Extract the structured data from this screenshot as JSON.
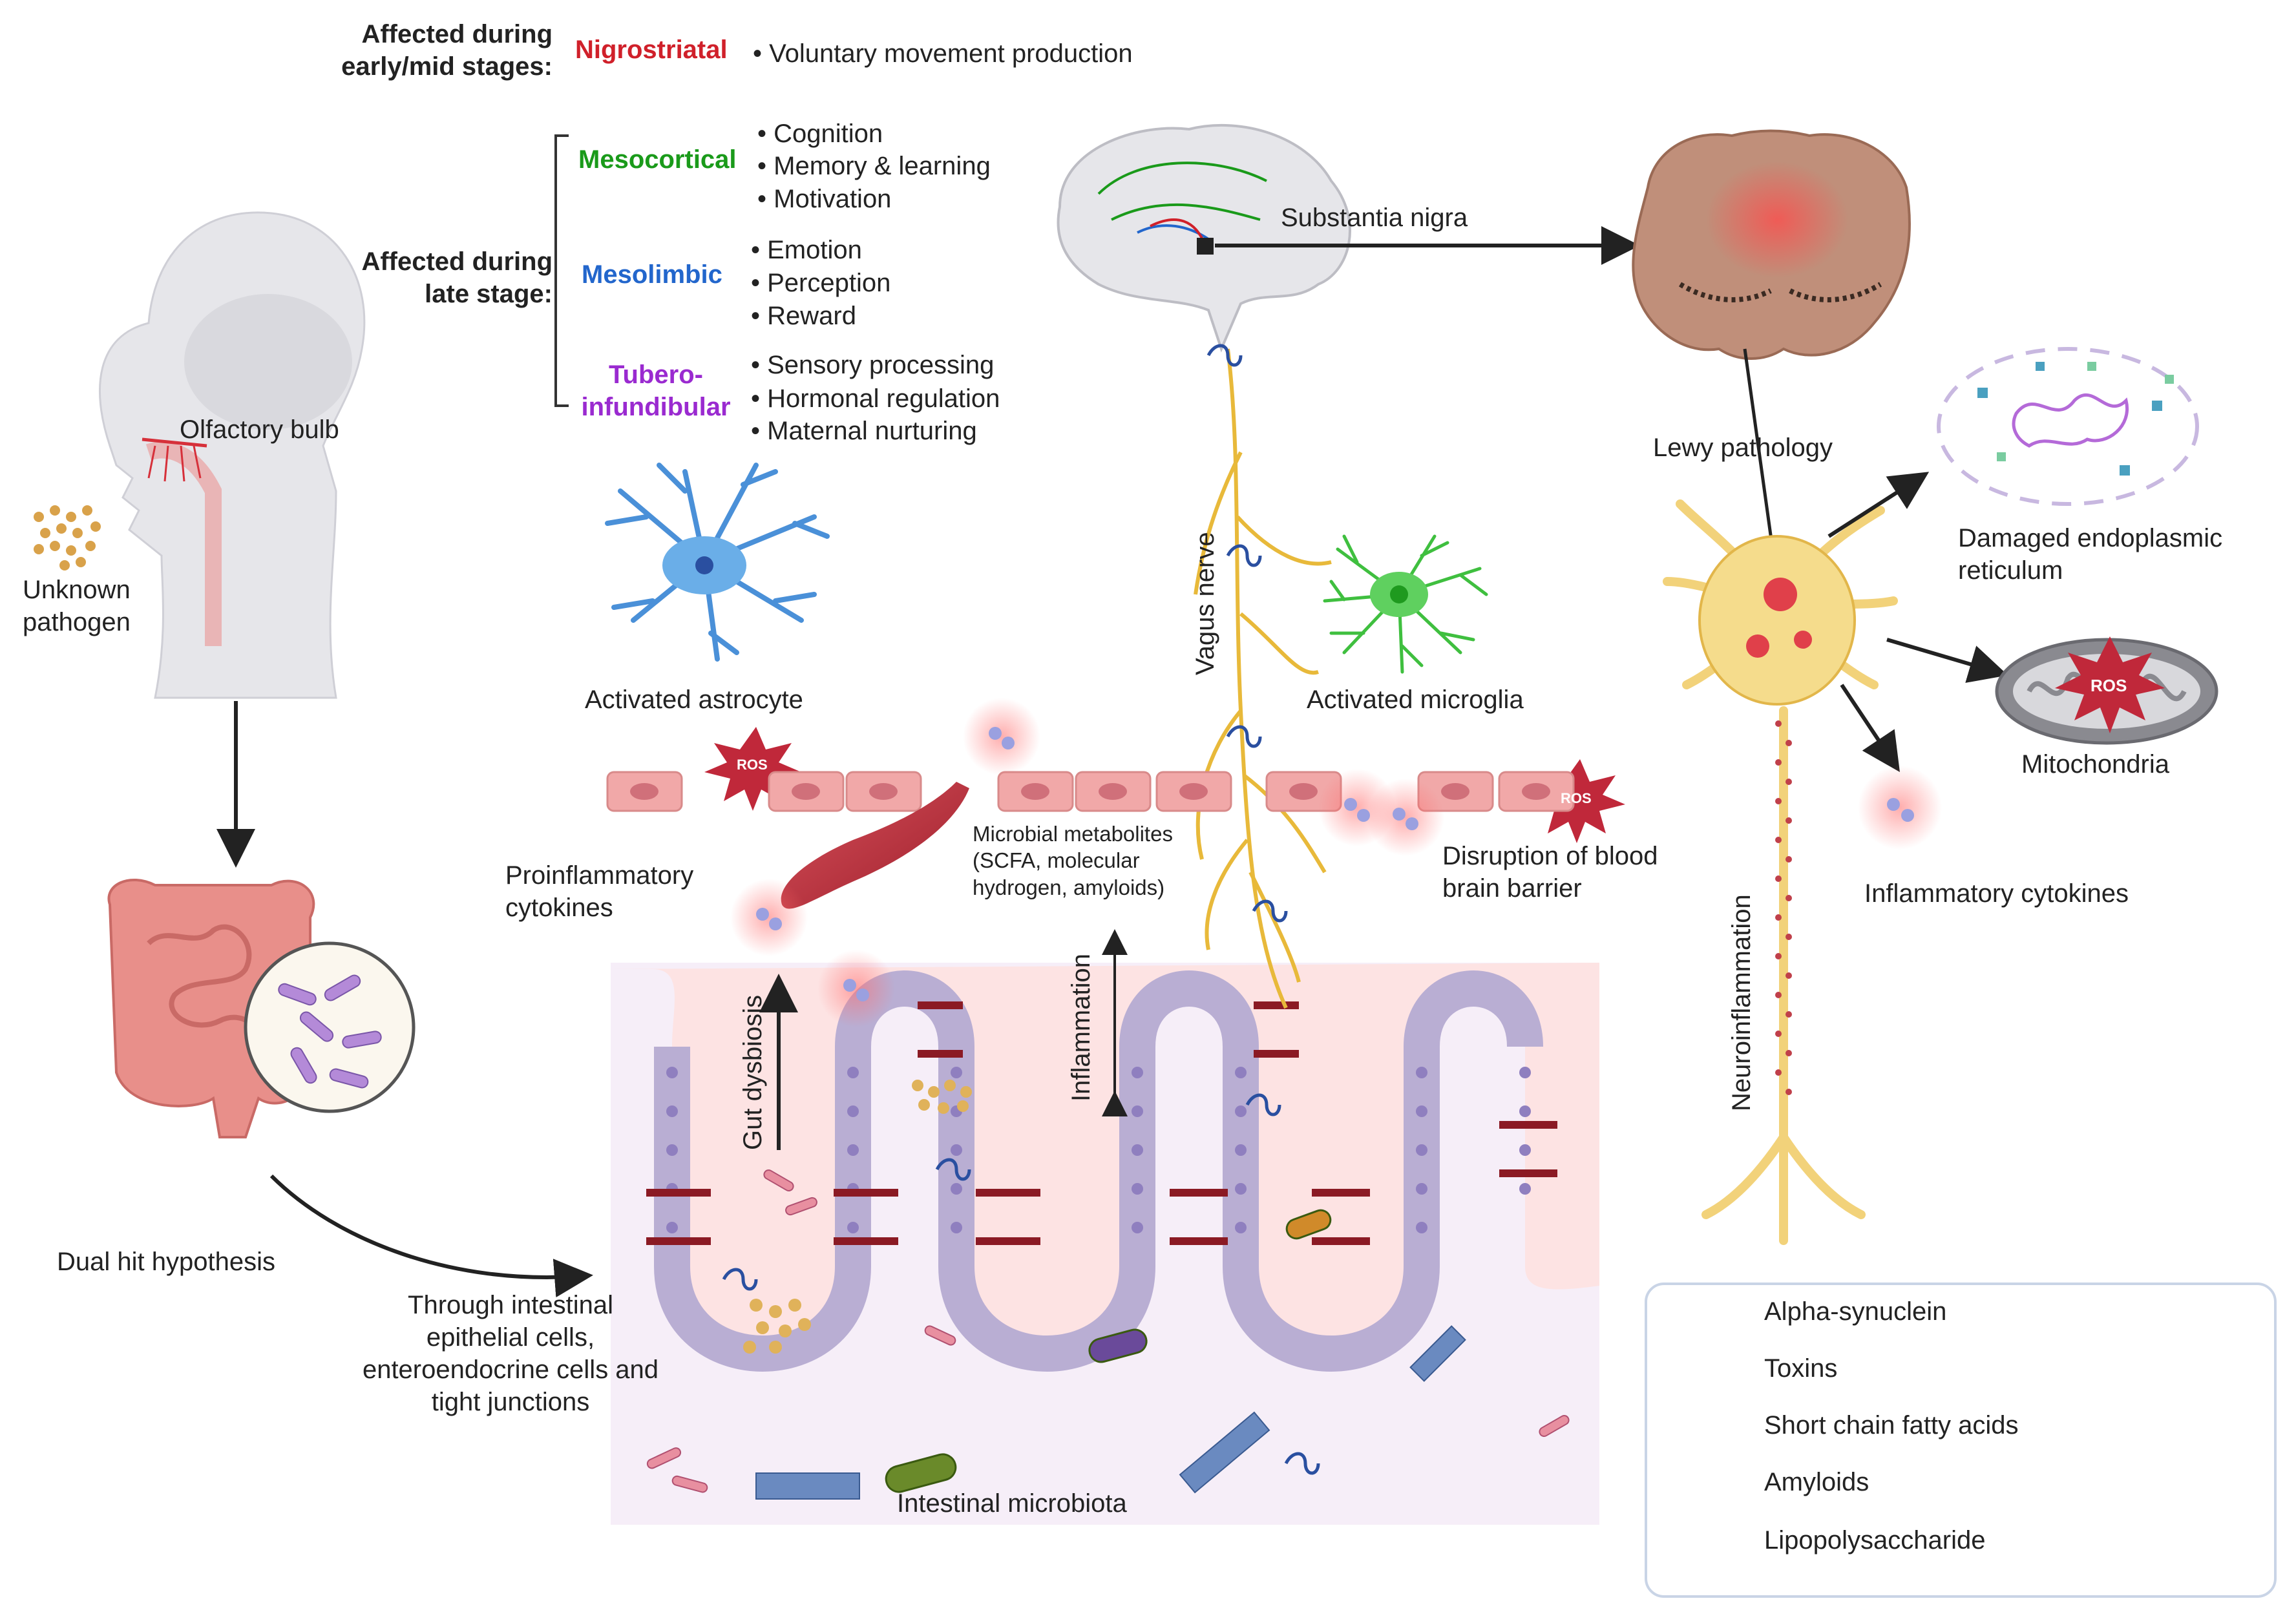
{
  "pathways": {
    "early_heading": "Affected during\nearly/mid stages:",
    "late_heading": "Affected during\nlate stage:",
    "nigrostriatal": {
      "name": "Nigrostriatal",
      "color": "#d0202a",
      "functions": [
        "Voluntary movement production"
      ]
    },
    "mesocortical": {
      "name": "Mesocortical",
      "color": "#1a9a1a",
      "functions": [
        "Cognition",
        "Memory & learning",
        "Motivation"
      ]
    },
    "mesolimbic": {
      "name": "Mesolimbic",
      "color": "#2266cc",
      "functions": [
        "Emotion",
        "Perception",
        "Reward"
      ]
    },
    "tuberoinfundibular": {
      "name": "Tubero-\ninfundibular",
      "color": "#9a2ad0",
      "functions": [
        "Sensory processing",
        "Hormonal regulation",
        "Maternal nurturing"
      ]
    }
  },
  "labels": {
    "olfactory_bulb": "Olfactory bulb",
    "unknown_pathogen": "Unknown\npathogen",
    "dual_hit": "Dual hit hypothesis",
    "through_cells": "Through intestinal\nepithelial cells,\nenteroendocrine cells and\ntight junctions",
    "substantia_nigra": "Substantia nigra",
    "lewy_pathology": "Lewy pathology",
    "damaged_er": "Damaged endoplasmic\nreticulum",
    "mitochondria": "Mitochondria",
    "inflammatory_cytokines": "Inflammatory cytokines",
    "neuroinflammation": "Neuroinflammation",
    "vagus_nerve": "Vagus nerve",
    "activated_astrocyte": "Activated astrocyte",
    "activated_microglia": "Activated microglia",
    "proinflammatory_cytokines": "Proinflammatory\ncytokines",
    "microbial_metabolites": "Microbial metabolites\n(SCFA, molecular\nhydrogen, amyloids)",
    "bbb_disruption": "Disruption of blood\nbrain barrier",
    "gut_dysbiosis": "Gut dysbiosis",
    "inflammation": "Inflammation",
    "intestinal_microbiota": "Intestinal microbiota",
    "ros": "ROS"
  },
  "legend": {
    "items": [
      {
        "icon": "alpha-synuclein-icon",
        "label": "Alpha-synuclein"
      },
      {
        "icon": "toxins-icon",
        "label": "Toxins"
      },
      {
        "icon": "scfa-icon",
        "label": "Short chain fatty acids"
      },
      {
        "icon": "amyloids-icon",
        "label": "Amyloids"
      },
      {
        "icon": "lipopolysaccharide-icon",
        "label": "Lipopolysaccharide"
      }
    ]
  },
  "colors": {
    "nerve": "#e8b93a",
    "gut_wall": "#b9aed3",
    "gut_lumen": "#fde4e4",
    "ros_star": "#c0283a",
    "endothelium": "#f1a8a8",
    "astrocyte": "#4a90d8",
    "microglia": "#3fbf3f",
    "synuclein": "#2a4fa0"
  }
}
